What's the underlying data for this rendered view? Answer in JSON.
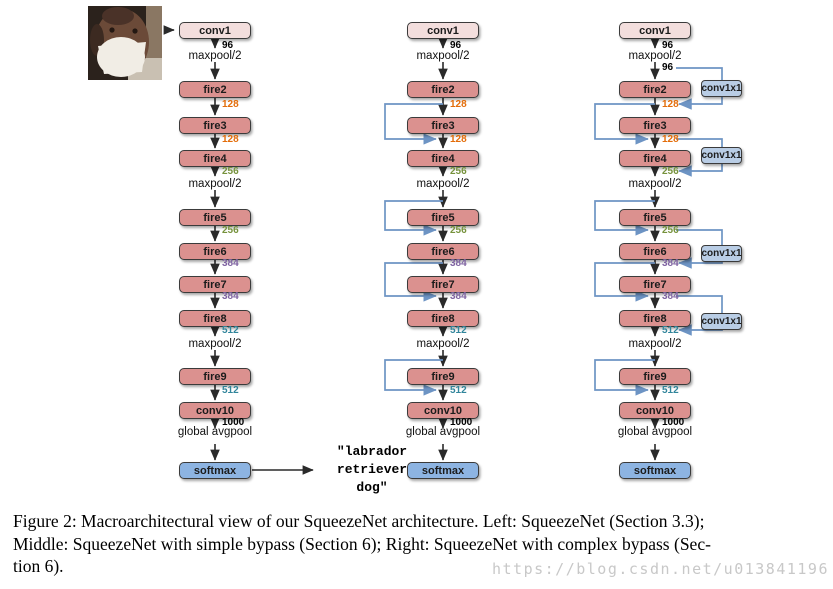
{
  "nodes": {
    "conv1": "conv1",
    "fire2": "fire2",
    "fire3": "fire3",
    "fire4": "fire4",
    "fire5": "fire5",
    "fire6": "fire6",
    "fire7": "fire7",
    "fire8": "fire8",
    "fire9": "fire9",
    "conv10": "conv10",
    "softmax": "softmax",
    "conv1x1": "conv1x1"
  },
  "ops": {
    "maxpool": "maxpool/2",
    "avgpool": "global avgpool"
  },
  "channels": {
    "c96": "96",
    "c128": "128",
    "c256": "256",
    "c384": "384",
    "c512": "512",
    "c1000": "1000"
  },
  "channel_colors": {
    "96": "#000000",
    "128": "#e36c09",
    "256": "#76923c",
    "384": "#7e62a1",
    "512": "#31859b",
    "1000": "#000000"
  },
  "box_colors": {
    "conv1": "#f3dedd",
    "fire": "#db918f",
    "softmax": "#8db4e2",
    "conv1x1": "#b9cde5",
    "flow_line": "#2a2a2a",
    "bypass_line": "#6d94c4"
  },
  "prediction": {
    "line1": "\"labrador",
    "line2": "retriever",
    "line3": "dog\""
  },
  "caption": {
    "line1": "Figure 2: Macroarchitectural view of our SqueezeNet architecture. Left: SqueezeNet (Section 3.3);",
    "line2": "Middle: SqueezeNet with simple bypass (Section 6); Right: SqueezeNet with complex bypass (Sec-",
    "line3": "tion 6)."
  },
  "watermark": "https://blog.csdn.net/u013841196"
}
